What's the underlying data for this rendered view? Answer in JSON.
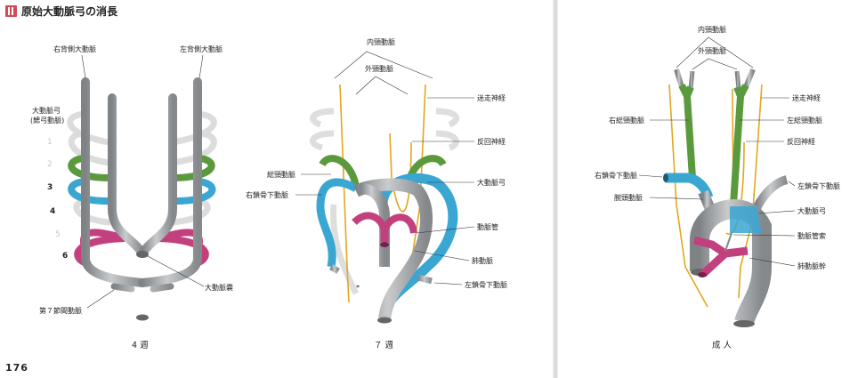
{
  "header": {
    "icon": "section-marker-icon",
    "title": "原始大動脈弓の消長"
  },
  "page_number": "176",
  "colors": {
    "gray": "#a9acae",
    "green": "#5a9a3c",
    "blue": "#3aa6d2",
    "magenta": "#c2407e",
    "nerve": "#e0a81c"
  },
  "panel_4wk": {
    "caption": "4 週",
    "labels": {
      "right_dorsal": "右背側大動脈",
      "left_dorsal": "左背側大動脈",
      "arch_title_1": "大動脈弓",
      "arch_title_2": "(鰓弓動脈)",
      "sac": "大動脈嚢",
      "intersegmental": "第７節間動脈"
    },
    "arch_numbers": [
      "1",
      "2",
      "3",
      "4",
      "5",
      "6"
    ]
  },
  "panel_7wk": {
    "caption": "７ 週",
    "labels": {
      "internal_carotid": "内頸動脈",
      "external_carotid": "外頸動脈",
      "vagus": "迷走神経",
      "recurrent": "反回神経",
      "common_carotid": "総頸動脈",
      "right_subclavian": "右鎖骨下動脈",
      "aortic_arch": "大動脈弓",
      "ductus": "動脈管",
      "pulmonary": "肺動脈",
      "left_subclavian": "左鎖骨下動脈",
      "asterisk": "*"
    }
  },
  "panel_adult": {
    "caption": "成 人",
    "labels": {
      "internal_carotid": "内頸動脈",
      "external_carotid": "外頸動脈",
      "vagus": "迷走神経",
      "right_common_carotid": "右総頸動脈",
      "left_common_carotid": "左総頸動脈",
      "recurrent": "反回神経",
      "right_subclavian": "右鎖骨下動脈",
      "left_subclavian": "左鎖骨下動脈",
      "brachiocephalic": "腕頭動脈",
      "aortic_arch": "大動脈弓",
      "ligamentum": "動脈管索",
      "pulmonary_trunk": "肺動脈幹"
    }
  }
}
